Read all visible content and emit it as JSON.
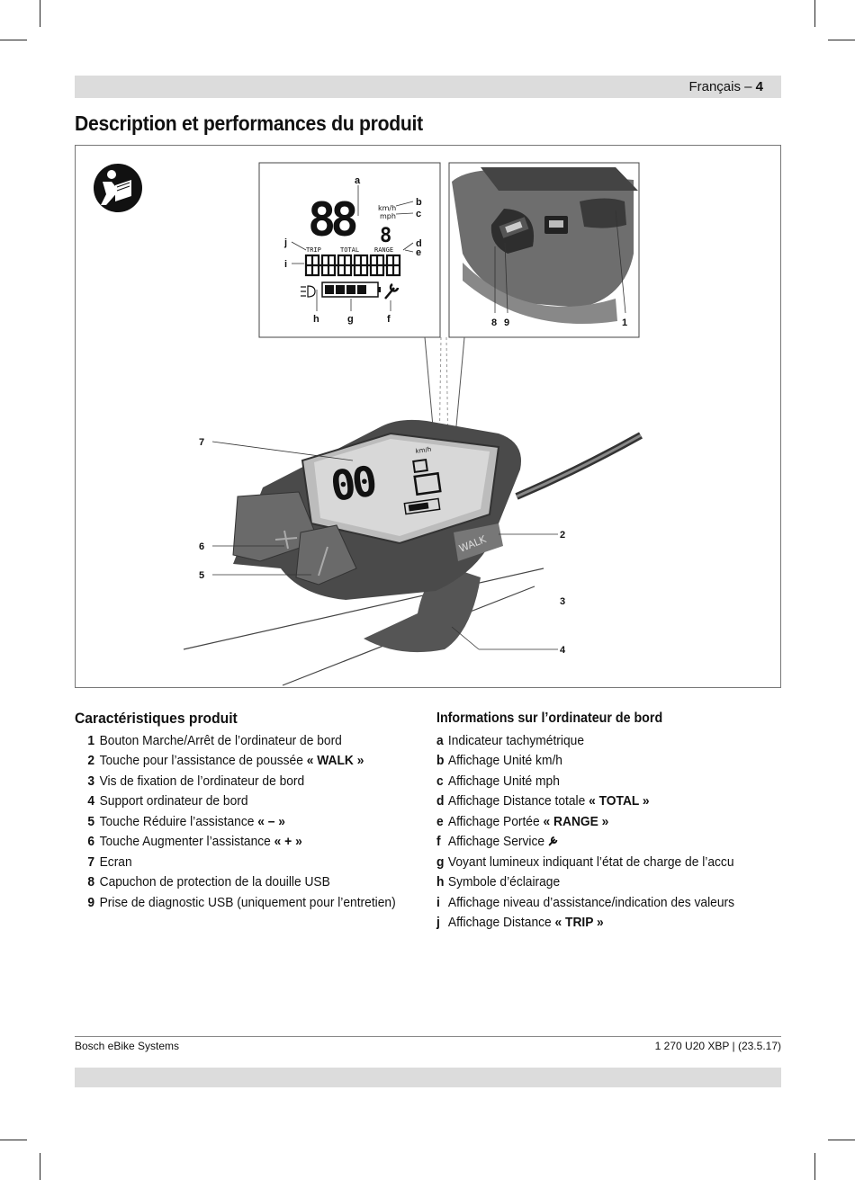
{
  "header": {
    "language": "Français",
    "separator": " – ",
    "page_number": "4"
  },
  "title": "Description et performances du produit",
  "figure": {
    "display": {
      "speed_digits": "88",
      "decimal_digit": "8",
      "unit_kmh": "km/h",
      "unit_mph": "mph",
      "label_trip": "TRIP",
      "label_total": "TOTAL",
      "label_range": "RANGE",
      "device_unit": "km/h",
      "walk_button": "WALK"
    },
    "callouts": {
      "a": "a",
      "b": "b",
      "c": "c",
      "d": "d",
      "e": "e",
      "f": "f",
      "g": "g",
      "h": "h",
      "i": "i",
      "j": "j",
      "n1": "1",
      "n2": "2",
      "n3": "3",
      "n4": "4",
      "n5": "5",
      "n6": "6",
      "n7": "7",
      "n8": "8",
      "n9": "9"
    }
  },
  "features": {
    "heading": "Caractéristiques produit",
    "items": [
      {
        "num": "1",
        "text": "Bouton Marche/Arrêt de l’ordinateur de bord",
        "bold": ""
      },
      {
        "num": "2",
        "text": "Touche pour l’assistance de poussée ",
        "bold": "« WALK »"
      },
      {
        "num": "3",
        "text": "Vis de fixation de l’ordinateur de bord",
        "bold": ""
      },
      {
        "num": "4",
        "text": "Support ordinateur de bord",
        "bold": ""
      },
      {
        "num": "5",
        "text": "Touche Réduire l’assistance ",
        "bold": "« – »"
      },
      {
        "num": "6",
        "text": "Touche Augmenter l’assistance ",
        "bold": "« + »"
      },
      {
        "num": "7",
        "text": "Ecran",
        "bold": ""
      },
      {
        "num": "8",
        "text": "Capuchon de protection de la douille USB",
        "bold": ""
      },
      {
        "num": "9",
        "text": "Prise de diagnostic USB (uniquement pour l’entretien)",
        "bold": ""
      }
    ]
  },
  "info": {
    "heading": "Informations sur l’ordinateur de bord",
    "items": [
      {
        "letter": "a",
        "text": "Indicateur tachymétrique",
        "bold": ""
      },
      {
        "letter": "b",
        "text": "Affichage Unité km/h",
        "bold": ""
      },
      {
        "letter": "c",
        "text": "Affichage Unité mph",
        "bold": ""
      },
      {
        "letter": "d",
        "text": "Affichage Distance totale ",
        "bold": "« TOTAL »"
      },
      {
        "letter": "e",
        "text": "Affichage Portée ",
        "bold": "« RANGE »"
      },
      {
        "letter": "f",
        "text": "Affichage Service",
        "bold": ""
      },
      {
        "letter": "g",
        "text": "Voyant lumineux indiquant l’état de charge de l’accu",
        "bold": ""
      },
      {
        "letter": "h",
        "text": "Symbole d’éclairage",
        "bold": ""
      },
      {
        "letter": "i",
        "text": "Affichage niveau d’assistance/indication des valeurs",
        "bold": ""
      },
      {
        "letter": "j",
        "text": "Affichage Distance ",
        "bold": "« TRIP »"
      }
    ]
  },
  "footer": {
    "left": "Bosch eBike Systems",
    "right": "1 270 U20 XBP | (23.5.17)"
  },
  "icons": {
    "manual": "read-manual-icon",
    "wrench": "wrench-icon",
    "light": "headlight-icon"
  }
}
